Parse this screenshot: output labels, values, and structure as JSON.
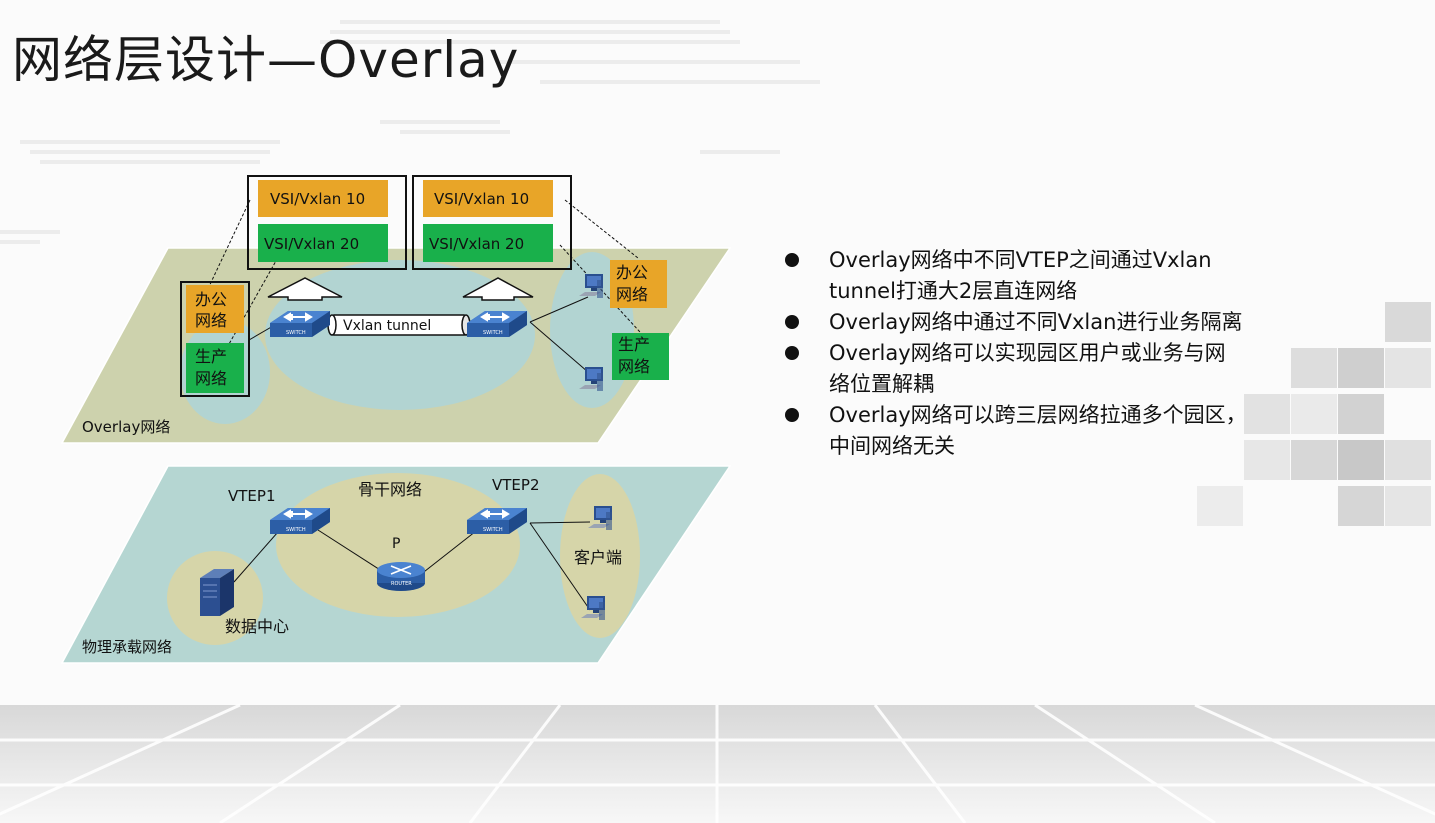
{
  "title": "网络层设计—Overlay",
  "overlay": {
    "plane_label": "Overlay网络",
    "vsi_left": {
      "top": "VSI/Vxlan 10",
      "bottom": "VSI/Vxlan 20"
    },
    "vsi_right": {
      "top": "VSI/Vxlan 10",
      "bottom": "VSI/Vxlan 20"
    },
    "left_office": [
      "办公",
      "网络"
    ],
    "left_prod": [
      "生产",
      "网络"
    ],
    "right_office": [
      "办公",
      "网络"
    ],
    "right_prod": [
      "生产",
      "网络"
    ],
    "tunnel_label": "Vxlan tunnel"
  },
  "physical": {
    "plane_label": "物理承载网络",
    "vtep1": "VTEP1",
    "vtep2": "VTEP2",
    "backbone": "骨干网络",
    "p_router": "P",
    "client": "客户端",
    "datacenter": "数据中心"
  },
  "bullets": [
    {
      "lines": [
        "Overlay网络中不同VTEP之间通过Vxlan",
        "tunnel打通大2层直连网络"
      ]
    },
    {
      "lines": [
        "Overlay网络中通过不同Vxlan进行业务隔离"
      ]
    },
    {
      "lines": [
        "Overlay网络可以实现园区用户或业务与网",
        "络位置解耦"
      ]
    },
    {
      "lines": [
        "Overlay网络可以跨三层网络拉通多个园区，",
        "中间网络无关"
      ]
    }
  ],
  "colors": {
    "orange": "#e8a528",
    "green": "#19b04b",
    "overlay_plane": "#cdd2ad",
    "physical_plane": "#b5d6d2",
    "ellipse_blue": "#b2d4d2",
    "ellipse_tan": "#d6d5a9",
    "switch_blue": "#2e5fa8"
  }
}
